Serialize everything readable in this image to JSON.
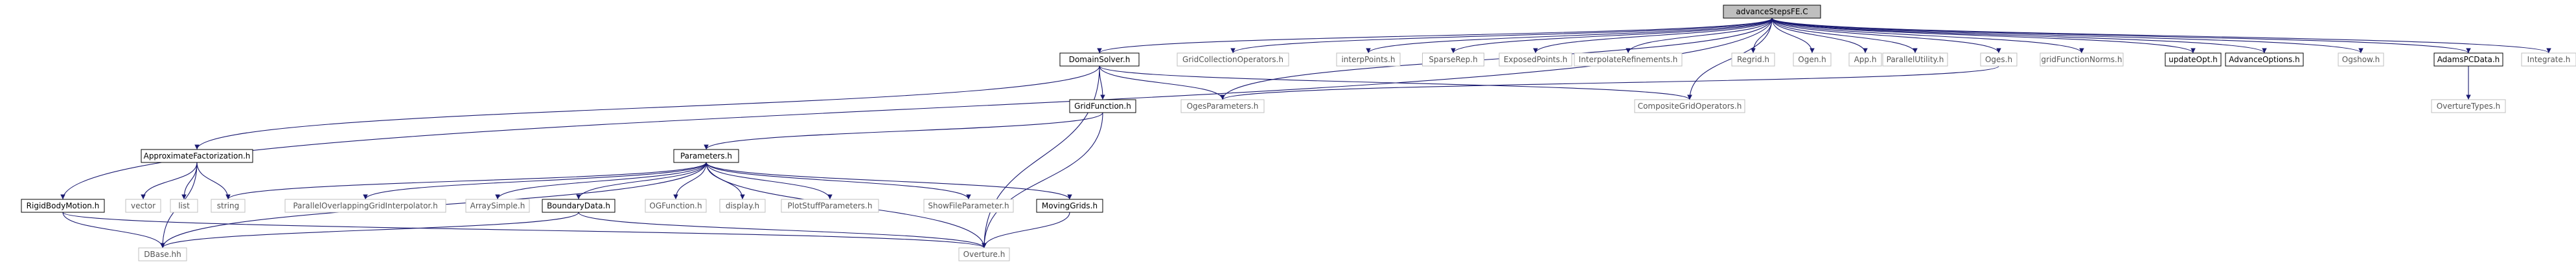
{
  "graph": {
    "nodes": [
      {
        "id": "advanceStepsFE",
        "label": "advanceStepsFE.C",
        "style": "root"
      },
      {
        "id": "domainSolver",
        "label": "DomainSolver.h",
        "style": "documented"
      },
      {
        "id": "gridCollOps",
        "label": "GridCollectionOperators.h",
        "style": "external"
      },
      {
        "id": "interpPoints",
        "label": "interpPoints.h",
        "style": "external"
      },
      {
        "id": "sparseRep",
        "label": "SparseRep.h",
        "style": "external"
      },
      {
        "id": "exposedPoints",
        "label": "ExposedPoints.h",
        "style": "external"
      },
      {
        "id": "interpRefinements",
        "label": "InterpolateRefinements.h",
        "style": "external"
      },
      {
        "id": "regrid",
        "label": "Regrid.h",
        "style": "external"
      },
      {
        "id": "ogen",
        "label": "Ogen.h",
        "style": "external"
      },
      {
        "id": "app",
        "label": "App.h",
        "style": "external"
      },
      {
        "id": "parallelUtility",
        "label": "ParallelUtility.h",
        "style": "external"
      },
      {
        "id": "oges",
        "label": "Oges.h",
        "style": "external"
      },
      {
        "id": "gridFunctionNorms",
        "label": "gridFunctionNorms.h",
        "style": "external"
      },
      {
        "id": "updateOpt",
        "label": "updateOpt.h",
        "style": "documented"
      },
      {
        "id": "advanceOptions",
        "label": "AdvanceOptions.h",
        "style": "documented"
      },
      {
        "id": "ogshow",
        "label": "Ogshow.h",
        "style": "external"
      },
      {
        "id": "adamsPCData",
        "label": "AdamsPCData.h",
        "style": "documented"
      },
      {
        "id": "integrate",
        "label": "Integrate.h",
        "style": "external"
      },
      {
        "id": "gridFunction",
        "label": "GridFunction.h",
        "style": "documented"
      },
      {
        "id": "ogesParameters",
        "label": "OgesParameters.h",
        "style": "external"
      },
      {
        "id": "compositeGridOps",
        "label": "CompositeGridOperators.h",
        "style": "external"
      },
      {
        "id": "overtureTypes",
        "label": "OvertureTypes.h",
        "style": "external"
      },
      {
        "id": "approxFactorization",
        "label": "ApproximateFactorization.h",
        "style": "documented"
      },
      {
        "id": "parameters",
        "label": "Parameters.h",
        "style": "documented"
      },
      {
        "id": "rigidBodyMotion",
        "label": "RigidBodyMotion.h",
        "style": "documented"
      },
      {
        "id": "vector",
        "label": "vector",
        "style": "external"
      },
      {
        "id": "list",
        "label": "list",
        "style": "external"
      },
      {
        "id": "string",
        "label": "string",
        "style": "external"
      },
      {
        "id": "parallelOverlapping",
        "label": "ParallelOverlappingGridInterpolator.h",
        "style": "external"
      },
      {
        "id": "arraySimple",
        "label": "ArraySimple.h",
        "style": "external"
      },
      {
        "id": "boundaryData",
        "label": "BoundaryData.h",
        "style": "documented"
      },
      {
        "id": "ogFunction",
        "label": "OGFunction.h",
        "style": "external"
      },
      {
        "id": "display",
        "label": "display.h",
        "style": "external"
      },
      {
        "id": "plotStuffParameters",
        "label": "PlotStuffParameters.h",
        "style": "external"
      },
      {
        "id": "showFileParameter",
        "label": "ShowFileParameter.h",
        "style": "external"
      },
      {
        "id": "movingGrids",
        "label": "MovingGrids.h",
        "style": "documented"
      },
      {
        "id": "dbase",
        "label": "DBase.hh",
        "style": "external"
      },
      {
        "id": "overture",
        "label": "Overture.h",
        "style": "external"
      }
    ],
    "colors": {
      "edge": "#191970",
      "documented_border": "#000000",
      "external_border": "#bfbfbf",
      "root_fill": "#bfbfbf",
      "node_fill": "#ffffff",
      "external_text": "#555555",
      "text": "#000000"
    }
  }
}
